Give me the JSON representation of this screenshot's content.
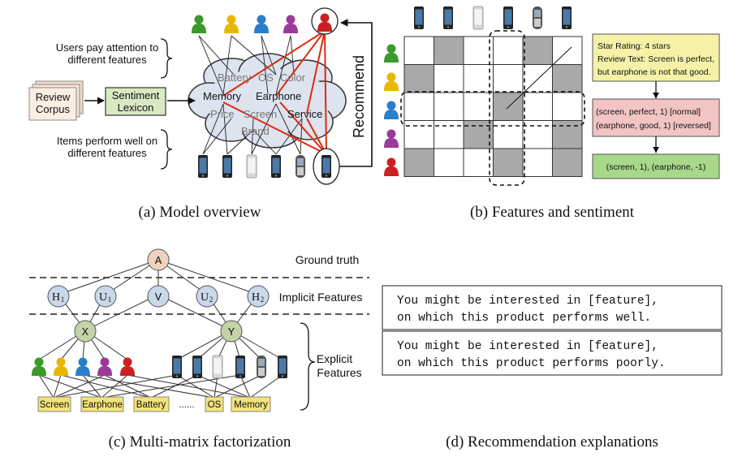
{
  "panel_a": {
    "caption": "(a) Model overview",
    "users_label_line1": "Users pay attention to",
    "users_label_line2": "different features",
    "items_label_line1": "Items perform well on",
    "items_label_line2": "different features",
    "review_line1": "Review",
    "review_line2": "Corpus",
    "lexicon_line1": "Sentiment",
    "lexicon_line2": "Lexicon",
    "recommend": "Recommend",
    "cloud_features": {
      "battery": "Battery",
      "os": "OS",
      "color": "Color",
      "memory": "Memory",
      "earphone": "Earphone",
      "price": "Price",
      "screen": "Screen",
      "brand": "Brand",
      "service": "Service"
    }
  },
  "panel_b": {
    "caption": "(b) Features and sentiment",
    "rating_line1": "Star Rating: 4 stars",
    "rating_line2": "Review Text: Screen is perfect,",
    "rating_line3": "but earphone is not that good.",
    "triples_line1": "(screen, perfect, 1) [normal]",
    "triples_line2": "(earphone, good, 1) [reversed]",
    "result": "(screen, 1), (earphone, -1)",
    "grid_shaded": [
      [
        1,
        4
      ],
      [
        0,
        5
      ],
      [
        3
      ],
      [
        2,
        5
      ],
      [
        0,
        3,
        5
      ]
    ]
  },
  "panel_c": {
    "caption": "(c) Multi-matrix factorization",
    "ground_truth": "Ground truth",
    "implicit_features": "Implicit Features",
    "explicit_line1": "Explicit",
    "explicit_line2": "Features",
    "node_a": "A",
    "node_x": "X",
    "node_y": "Y",
    "node_v": "V",
    "node_h1": "H",
    "node_h1_sub": "1",
    "node_u1": "U",
    "node_u1_sub": "1",
    "node_u2": "U",
    "node_u2_sub": "2",
    "node_h2": "H",
    "node_h2_sub": "2",
    "features": [
      "Screen",
      "Earphone",
      "Battery",
      "OS",
      "Memory"
    ],
    "ellipsis": "......"
  },
  "panel_d": {
    "caption": "(d) Recommendation explanations",
    "explanation1_line1": "You might be interested in [feature],",
    "explanation1_line2": "on which this product performs well.",
    "explanation2_line1": "You might be interested in [feature],",
    "explanation2_line2": "on which this product performs poorly."
  },
  "colors": {
    "user_green": "#3a9a2a",
    "user_yellow": "#e6b800",
    "user_blue": "#2a7fc8",
    "user_purple": "#9a3a9a",
    "user_red": "#cc2020",
    "lexicon_fill": "#dbe8c4",
    "rating_fill": "#f5f2a8",
    "triples_fill": "#f2c4c4",
    "result_fill": "#a8d88a",
    "node_fill": "#c9d8ea",
    "node_a_fill": "#f0d2c0",
    "feature_fill": "#f2e27a",
    "red_line": "#dd2a10"
  }
}
